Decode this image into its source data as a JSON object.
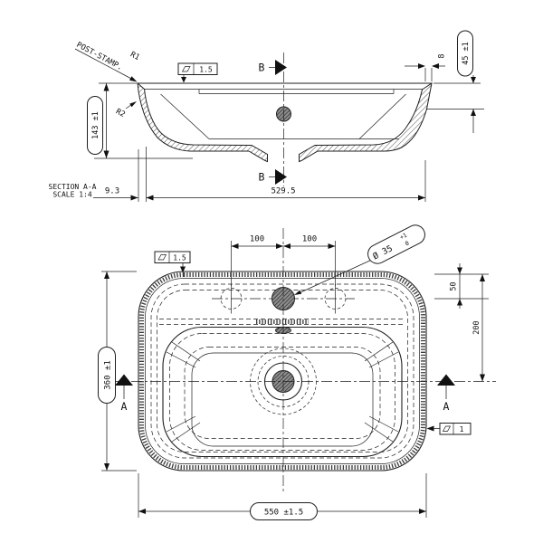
{
  "drawing": {
    "background": "#ffffff",
    "line_color": "#1f1f1f",
    "hole_fill": "#8f8f8f"
  },
  "section_view": {
    "title_line1": "SECTION A-A",
    "title_line2": "SCALE 1:4",
    "cut_label": "B",
    "note_label": "POST-STAMP.",
    "radius_labels": {
      "r1": "R1",
      "r2": "R2"
    },
    "flatness_value": "1.5",
    "dim_overall_length": "529.5",
    "dim_left_offset": "9.3",
    "dim_total_height": "143 ±1",
    "dim_rim_height": "45 ±1",
    "dim_wall_thickness": "8"
  },
  "plan_view": {
    "cut_label": "A",
    "flatness_top_value": "1.5",
    "flatness_bottom_value": "1",
    "dim_hole_pitch_left": "100",
    "dim_hole_pitch_right": "100",
    "dim_hole_diameter": "Ø 35",
    "dim_hole_tol_upper": "+1",
    "dim_hole_tol_lower": "0",
    "dim_rim_to_faucet": "50",
    "dim_rim_to_drain": "200",
    "dim_overall_width": "550 ±1.5",
    "dim_overall_depth": "360 ±1"
  }
}
